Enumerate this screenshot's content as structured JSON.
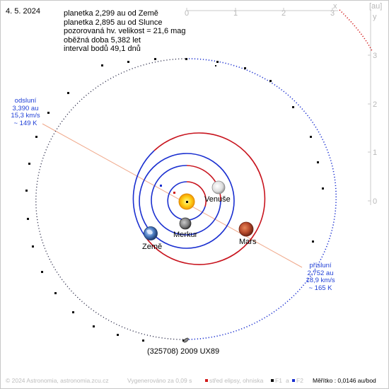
{
  "date": "4. 5. 2024",
  "info_lines": [
    "planetka 2,299 au od Země",
    "planetka 2,895 au od Slunce",
    "pozorovaná hv. velikost = 21,6 mag",
    "oběžná doba 5,382 let",
    "interval bodů 49,1 dnů"
  ],
  "perihelion": {
    "title": "přísluní",
    "distance": "2,752 au",
    "speed": "18,9 km/s",
    "temp": "~ 165 K"
  },
  "aphelion": {
    "title": "odsluní",
    "distance": "3,390 au",
    "speed": "15,3 km/s",
    "temp": "~ 149 K"
  },
  "axes": {
    "top_ticks": [
      "0",
      "1",
      "2",
      "3"
    ],
    "top_label": "x",
    "right_ticks": [
      "3",
      "2",
      "1",
      "0"
    ],
    "right_label": "y",
    "unit": "[au]"
  },
  "planets": {
    "venus": "Venuše",
    "mercury": "Merkur",
    "earth": "Země",
    "mars": "Mars"
  },
  "asteroid_name": "(325708) 2009 UX89",
  "footer": {
    "copyright": "© 2024 Astronomia, astronomia.zcu.cz",
    "render_time": "Vygenerováno za 0,09 s",
    "legend_center": "střed elipsy, ohniska",
    "legend_f1": "F1",
    "legend_a": "a",
    "legend_f2": "F2",
    "scale": "Měřítko : 0,0146 au/bod"
  },
  "colors": {
    "asteroid_orbit_near": "#1a2fd0",
    "asteroid_orbit_far": "#d21a1a",
    "planet_orbit_near": "#1a2fd0",
    "planet_orbit_far": "#c8141e",
    "apsis_line": "#f0a88a",
    "info_blue": "#1f3fd6",
    "axis_gray": "#b8b8b8"
  }
}
